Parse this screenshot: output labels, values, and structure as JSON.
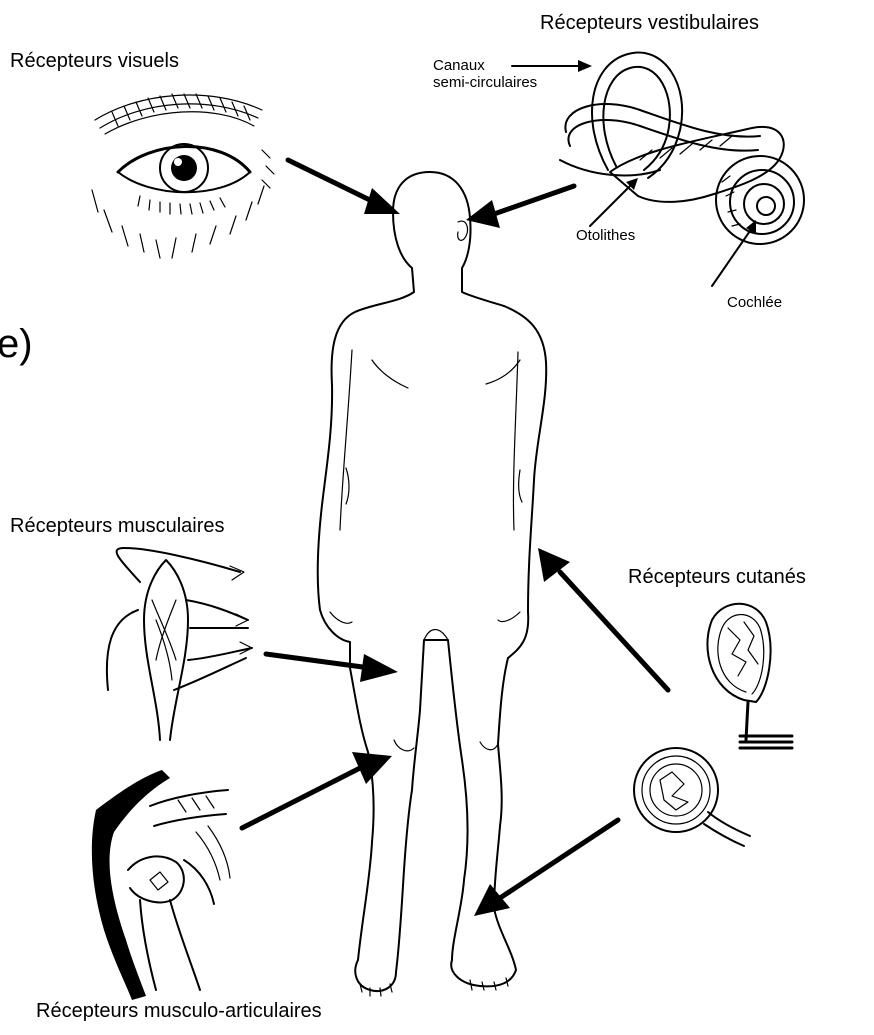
{
  "diagram": {
    "left_edge_fragment": "e)",
    "labels": {
      "visual": "Récepteurs visuels",
      "vestibular": "Récepteurs vestibulaires",
      "canals": "Canaux",
      "canals_line2": "semi-circulaires",
      "otoliths": "Otolithes",
      "cochlea": "Cochlée",
      "muscle": "Récepteurs musculaires",
      "skin": "Récepteurs cutanés",
      "joint": "Récepteurs musculo-articulaires"
    },
    "icons": {
      "eye": "eye-illustration",
      "inner_ear": "inner-ear-illustration",
      "body": "human-body-outline",
      "muscle_spindle": "muscle-spindle-illustration",
      "skin_receptors": "skin-receptor-illustration",
      "knee_joint": "knee-joint-illustration"
    },
    "colors": {
      "ink": "#000000",
      "background": "#ffffff"
    }
  }
}
